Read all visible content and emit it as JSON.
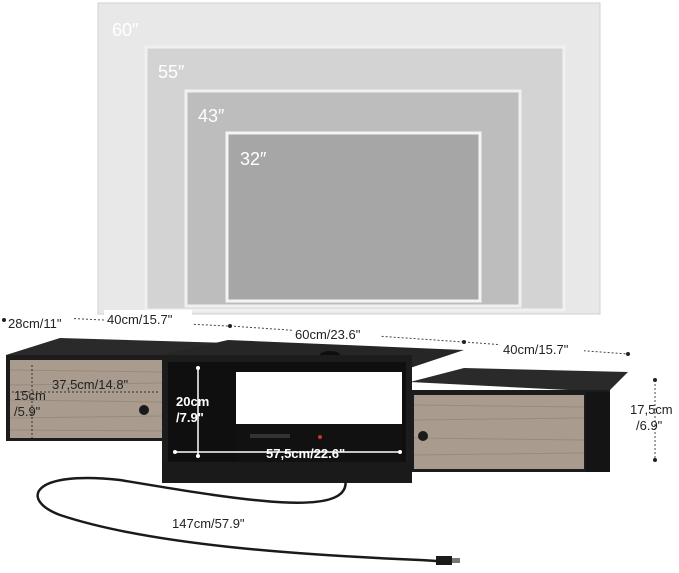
{
  "tv_sizes": [
    {
      "label": "60″",
      "color": "#e6e6e6"
    },
    {
      "label": "55″",
      "color": "#d0d0d0"
    },
    {
      "label": "43″",
      "color": "#b9b9b9"
    },
    {
      "label": "32″",
      "color": "#a3a3a3"
    }
  ],
  "dimensions": {
    "depth": "28cm/11\"",
    "left_width": "40cm/15.7\"",
    "center_width": "60cm/23.6\"",
    "right_width": "40cm/15.7\"",
    "height": "17,5cm",
    "height_in": "/6.9\"",
    "drawer_width": "37,5cm/14.8\"",
    "drawer_height": "15cm",
    "drawer_height_in": "/5.9\"",
    "shelf_height": "20cm",
    "shelf_height_in": "/7.9\"",
    "shelf_width": "57,5cm/22.6\"",
    "cable_length": "147cm/57.9\""
  },
  "colors": {
    "cabinet": "#1e1e1e",
    "wood": "#a89a8c",
    "dim_line": "#333333"
  }
}
